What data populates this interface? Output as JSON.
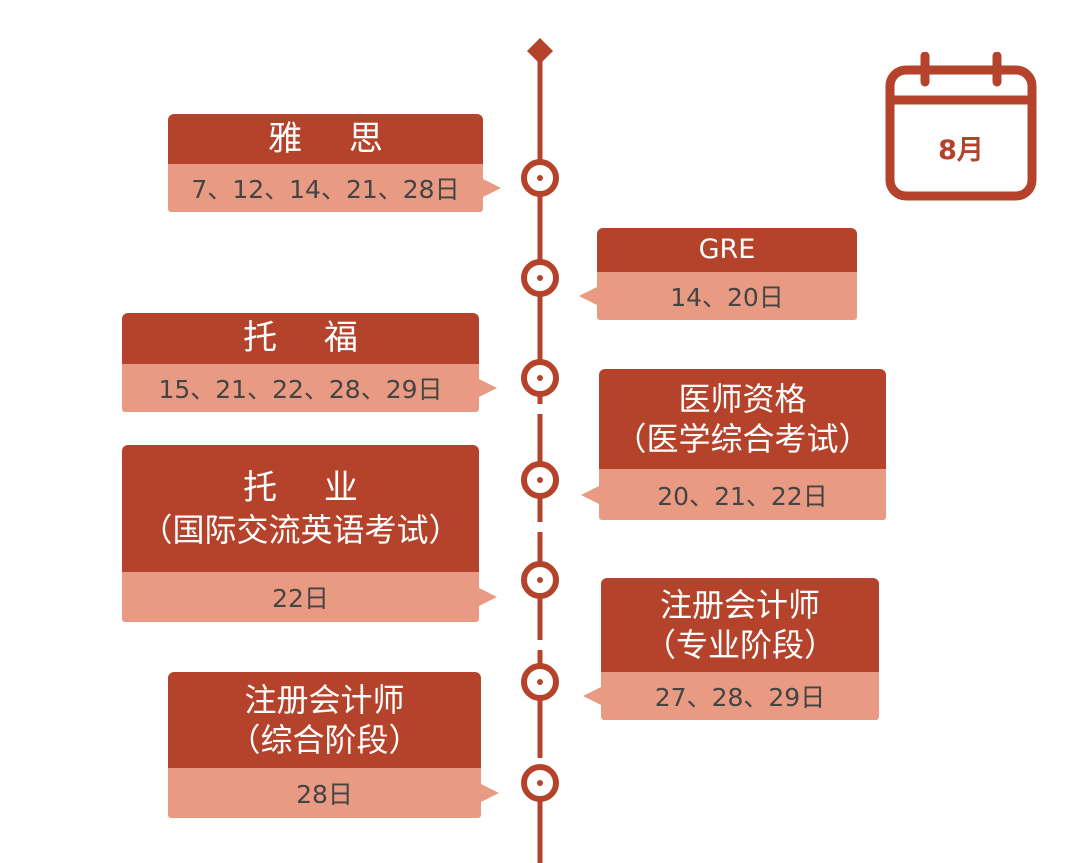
{
  "calendar": {
    "month_label": "8月",
    "color": "#b5432b"
  },
  "colors": {
    "header": "#b5432b",
    "body": "#e99a82",
    "line": "#b5432b",
    "text_dark": "#444444"
  },
  "exams": [
    {
      "name": "雅 思",
      "dates": "7、12、14、21、28日"
    },
    {
      "name": "GRE",
      "dates": "14、20日"
    },
    {
      "name": "托 福",
      "dates": "15、21、22、28、29日"
    },
    {
      "name": "医师资格",
      "subtitle": "（医学综合考试）",
      "dates": "20、21、22日"
    },
    {
      "name": "托 业",
      "subtitle": "（国际交流英语考试）",
      "dates": "22日"
    },
    {
      "name": "注册会计师",
      "subtitle": "（专业阶段）",
      "dates": "27、28、29日"
    },
    {
      "name": "注册会计师",
      "subtitle": "（综合阶段）",
      "dates": "28日"
    }
  ]
}
